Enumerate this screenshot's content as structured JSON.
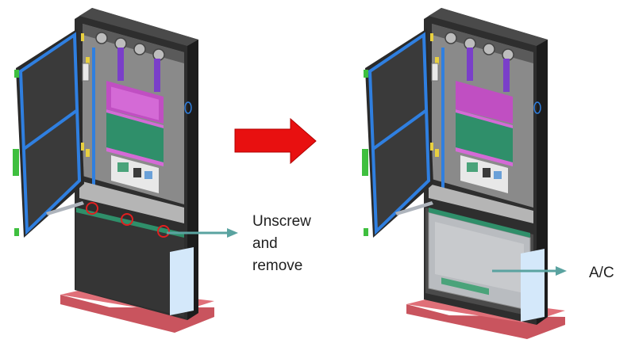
{
  "diagram": {
    "captions": {
      "unscrew_lines": [
        "Unscrew",
        "and",
        "remove"
      ],
      "ac_label": "A/C"
    },
    "colors": {
      "cabinet_body": "#3a3a3a",
      "cabinet_dark": "#262626",
      "door_frame_blue": "#2f7fe0",
      "plinth": "#d9616b",
      "magenta_board": "#d46ad6",
      "green_board": "#2f8f6a",
      "rack_purple": "#7a3fc9",
      "screw_circle": "#e02020",
      "pointer_arrow": "#5aa3a0",
      "transition_arrow": "#e81010",
      "hinge_green": "#3fbf3f",
      "connector_yellow": "#e8d040",
      "ac_unit_grey": "#b9bcc0",
      "side_panel_light": "#cfe4f7"
    },
    "icons": {
      "transition": "red-right-arrow",
      "pointer": "teal-arrow",
      "screw_marker": "red-circle"
    }
  }
}
